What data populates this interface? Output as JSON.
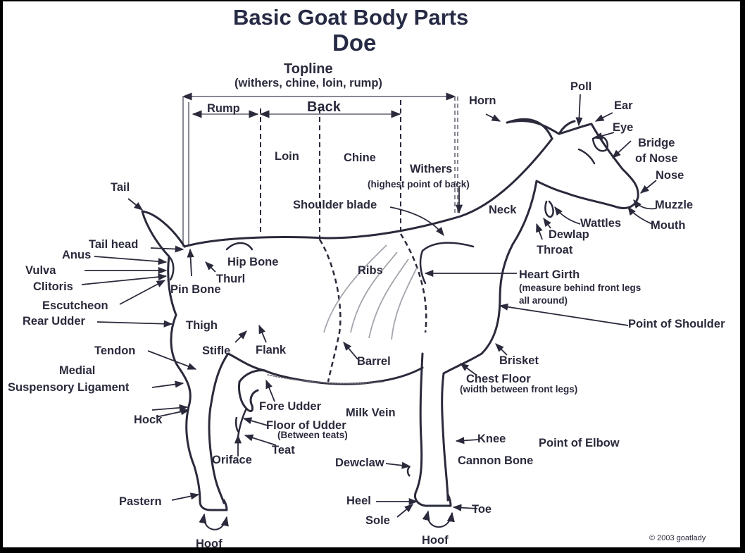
{
  "title": "Basic Goat Body Parts",
  "subtitle": "Doe",
  "topline": {
    "label": "Topline",
    "detail": "(withers, chine, loin, rump)"
  },
  "sections": {
    "rump": "Rump",
    "back": "Back",
    "loin": "Loin",
    "chine": "Chine"
  },
  "labels": {
    "horn": "Horn",
    "poll": "Poll",
    "ear": "Ear",
    "eye": "Eye",
    "bridge_of_nose": "Bridge\nof Nose",
    "nose": "Nose",
    "muzzle": "Muzzle",
    "mouth": "Mouth",
    "wattles": "Wattles",
    "dewlap": "Dewlap",
    "throat": "Throat",
    "neck": "Neck",
    "withers": "Withers",
    "withers_note": "(highest point of back)",
    "shoulder_blade": "Shoulder blade",
    "tail": "Tail",
    "tail_head": "Tail head",
    "anus": "Anus",
    "vulva": "Vulva",
    "clitoris": "Clitoris",
    "escutcheon": "Escutcheon",
    "rear_udder": "Rear Udder",
    "hip_bone": "Hip Bone",
    "thurl": "Thurl",
    "pin_bone": "Pin Bone",
    "ribs": "Ribs",
    "heart_girth": "Heart Girth",
    "heart_girth_note": "(measure behind front legs\nall around)",
    "point_of_shoulder": "Point of Shoulder",
    "brisket": "Brisket",
    "chest_floor": "Chest Floor",
    "chest_floor_note": "(width between front legs)",
    "thigh": "Thigh",
    "stifle": "Stifle",
    "flank": "Flank",
    "barrel": "Barrel",
    "tendon": "Tendon",
    "medial": "Medial",
    "suspensory_ligament": "Suspensory Ligament",
    "hock": "Hock",
    "fore_udder": "Fore Udder",
    "milk_vein": "Milk Vein",
    "floor_of_udder": "Floor of Udder",
    "floor_of_udder_note": "(Between teats)",
    "teat": "Teat",
    "oriface": "Oriface",
    "knee": "Knee",
    "point_of_elbow": "Point of Elbow",
    "dewclaw": "Dewclaw",
    "cannon_bone": "Cannon Bone",
    "heel": "Heel",
    "sole": "Sole",
    "toe": "Toe",
    "pastern": "Pastern",
    "hoof_rear": "Hoof",
    "hoof_front": "Hoof"
  },
  "copyright": "© 2003 goatlady",
  "colors": {
    "ink": "#2a2a3c",
    "frame": "#000000",
    "background": "#ffffff",
    "guide": "#8a8a94"
  }
}
